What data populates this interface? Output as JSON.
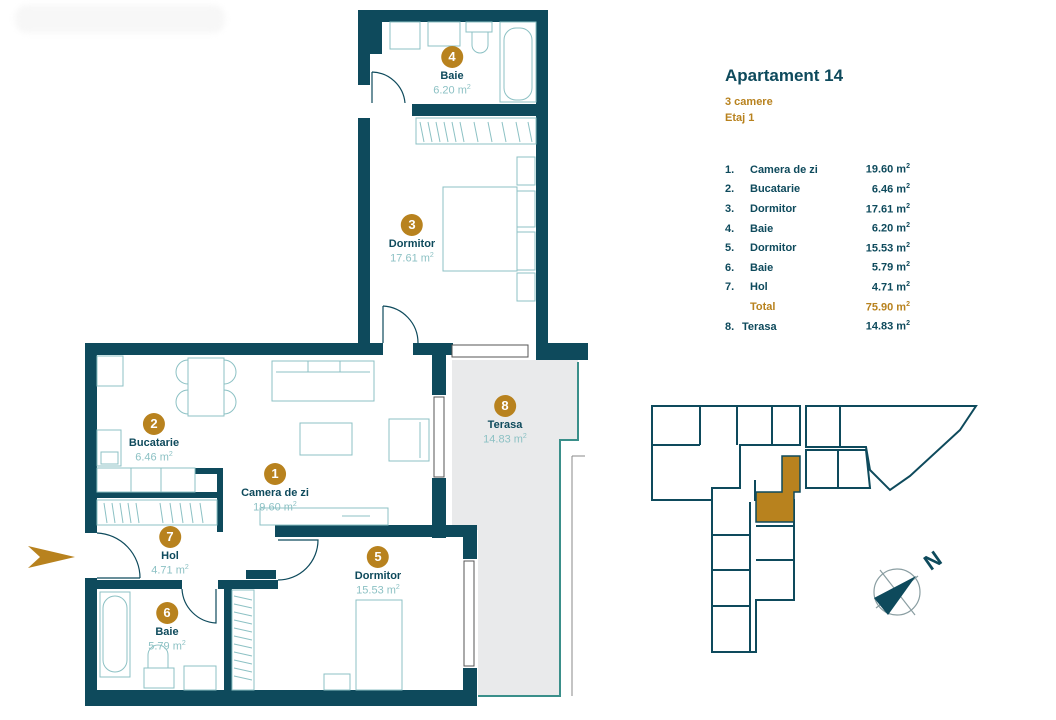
{
  "apartment": {
    "title": "Apartament 14",
    "rooms_count": "3 camere",
    "floor": "Etaj 1"
  },
  "room_list": [
    {
      "num": "1.",
      "name": "Camera de zi",
      "area": "19.60 m",
      "unit_sup": "2"
    },
    {
      "num": "2.",
      "name": "Bucatarie",
      "area": "6.46 m",
      "unit_sup": "2"
    },
    {
      "num": "3.",
      "name": "Dormitor",
      "area": "17.61 m",
      "unit_sup": "2"
    },
    {
      "num": "4.",
      "name": "Baie",
      "area": "6.20 m",
      "unit_sup": "2"
    },
    {
      "num": "5.",
      "name": "Dormitor",
      "area": "15.53 m",
      "unit_sup": "2"
    },
    {
      "num": "6.",
      "name": "Baie",
      "area": "5.79 m",
      "unit_sup": "2"
    },
    {
      "num": "7.",
      "name": "Hol",
      "area": "4.71 m",
      "unit_sup": "2"
    }
  ],
  "total": {
    "label": "Total",
    "area": "75.90 m",
    "unit_sup": "2"
  },
  "terasa": {
    "num": "8.",
    "name": "Terasa",
    "area": "14.83 m",
    "unit_sup": "2"
  },
  "plan_labels": [
    {
      "num": "1",
      "name": "Camera de zi",
      "area": "19.60 m"
    },
    {
      "num": "2",
      "name": "Bucatarie",
      "area": "6.46 m"
    },
    {
      "num": "3",
      "name": "Dormitor",
      "area": "17.61 m"
    },
    {
      "num": "4",
      "name": "Baie",
      "area": "6.20 m"
    },
    {
      "num": "5",
      "name": "Dormitor",
      "area": "15.53 m"
    },
    {
      "num": "6",
      "name": "Baie",
      "area": "5.79 m"
    },
    {
      "num": "7",
      "name": "Hol",
      "area": "4.71 m"
    },
    {
      "num": "8",
      "name": "Terasa",
      "area": "14.83 m"
    }
  ],
  "compass": {
    "label": "N"
  },
  "icons": {
    "entrance": "entrance-arrow-icon",
    "compass": "compass-icon"
  },
  "colors": {
    "wall": "#0e4a5c",
    "accent": "#b8821e",
    "furniture": "#8cc1c4",
    "terrace": "#e9eaeb"
  }
}
